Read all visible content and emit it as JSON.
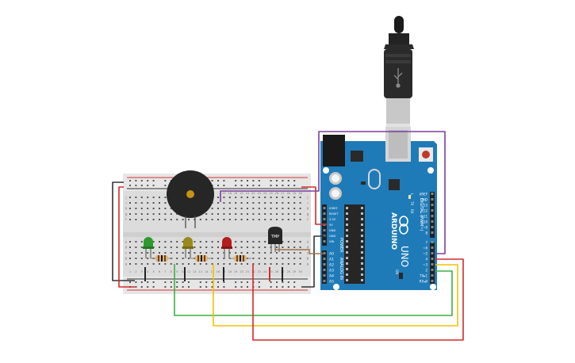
{
  "arduino": {
    "brand": "ARDUINO",
    "model": "UNO",
    "power_header_title": "POWER",
    "analog_header_title": "ANALOG IN",
    "digital_header_title": "DIGITAL (PWM~)",
    "power_pins": [
      "IOREF",
      "RESET",
      "3.3V",
      "5V",
      "GND",
      "GND",
      "VIN"
    ],
    "analog_pins": [
      "A0",
      "A1",
      "A2",
      "A3",
      "A4",
      "A5"
    ],
    "digital_pins": [
      "AREF",
      "GND",
      "13",
      "12",
      "~11",
      "~10",
      "~9",
      "8",
      "7",
      "~6",
      "~5",
      "4",
      "~3",
      "2",
      "TX▸1",
      "RX◂0"
    ],
    "led_labels": [
      "L",
      "TX",
      "RX"
    ],
    "on_label": "ON",
    "board_color": "#1f7bb8"
  },
  "sensor": {
    "label": "TMP"
  },
  "breadboard": {
    "column_numbers": [
      "1",
      "2",
      "3",
      "4",
      "5",
      "6",
      "7",
      "8",
      "9",
      "10",
      "11",
      "12",
      "13",
      "14",
      "15",
      "16",
      "17",
      "18",
      "19",
      "20",
      "21",
      "22",
      "23",
      "24",
      "25",
      "26",
      "27",
      "28",
      "29",
      "30"
    ],
    "row_letters": [
      "j",
      "i",
      "h",
      "g",
      "f",
      "e",
      "d",
      "c",
      "b",
      "a"
    ]
  },
  "leds": [
    {
      "color": "green",
      "hex": "#2e9a2e"
    },
    {
      "color": "yellow",
      "hex": "#9a8a1a"
    },
    {
      "color": "red",
      "hex": "#b21d1d"
    }
  ],
  "wires": {
    "green": "#3bb143",
    "yellow": "#f2c200",
    "red": "#d42a2a",
    "purple": "#7b3f9e",
    "black": "#333333",
    "brown": "#a0704a"
  }
}
